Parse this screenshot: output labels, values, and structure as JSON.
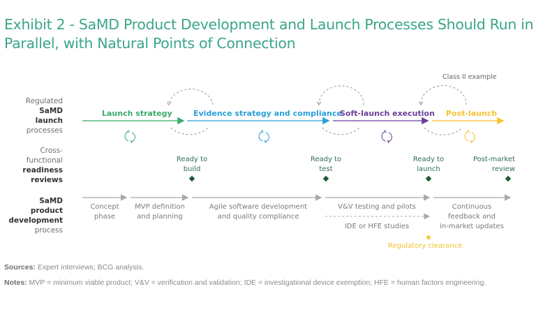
{
  "title": "Exhibit 2 - SaMD Product Development and Launch Processes Should Run in Parallel, with Natural Points of Connection",
  "class_example": "Class II example",
  "colors": {
    "title": "#3aa58a",
    "launch_strategy": "#3bab6c",
    "evidence_strategy": "#2a9fd8",
    "soft_launch": "#6a3f98",
    "post_launch": "#f5c232",
    "review_text": "#2f6e4c",
    "review_diamond": "#1d5a32",
    "dev_gray": "#9a9a9a"
  },
  "row_labels": {
    "launch": {
      "line1": "Regulated",
      "line2": "SaMD",
      "line3": "launch",
      "line4": "processes"
    },
    "reviews": {
      "line1": "Cross-",
      "line2": "functional",
      "line3": "readiness",
      "line4": "reviews"
    },
    "development": {
      "line1": "SaMD",
      "line2": "product",
      "line3": "development",
      "line4": "process"
    }
  },
  "launch_phases": [
    {
      "label": "Launch strategy",
      "icon": "cycle-icon"
    },
    {
      "label": "Evidence strategy and compliance",
      "icon": "cycle-icon"
    },
    {
      "label": "Soft-launch execution",
      "icon": "cycle-icon"
    },
    {
      "label": "Post-launch",
      "icon": "cycle-icon"
    }
  ],
  "reviews": [
    {
      "line1": "Ready to",
      "line2": "build"
    },
    {
      "line1": "Ready to",
      "line2": "test"
    },
    {
      "line1": "Ready to",
      "line2": "launch"
    },
    {
      "line1": "Post-market",
      "line2": "review"
    }
  ],
  "development_steps": [
    {
      "line1": "Concept",
      "line2": "phase"
    },
    {
      "line1": "MVP definition",
      "line2": "and planning"
    },
    {
      "line1": "Agile software development",
      "line2": "and quality compliance"
    },
    {
      "line1": "V&V testing and pilots",
      "line2": ""
    },
    {
      "line1": "Continuous",
      "line2": "feedback and",
      "line3": "in-market updates"
    }
  ],
  "parallel_study": "IDE or HFE studies",
  "milestone": {
    "label": "Regulatory clearance",
    "icon": "star-icon"
  },
  "sources": {
    "label": "Sources:",
    "text": " Expert interviews; BCG analysis."
  },
  "notes": {
    "label": "Notes:",
    "text": " MVP = minimum viable product; V&V = verification and validation; IDE = investigational device exemption; HFE = human factors engineering."
  }
}
